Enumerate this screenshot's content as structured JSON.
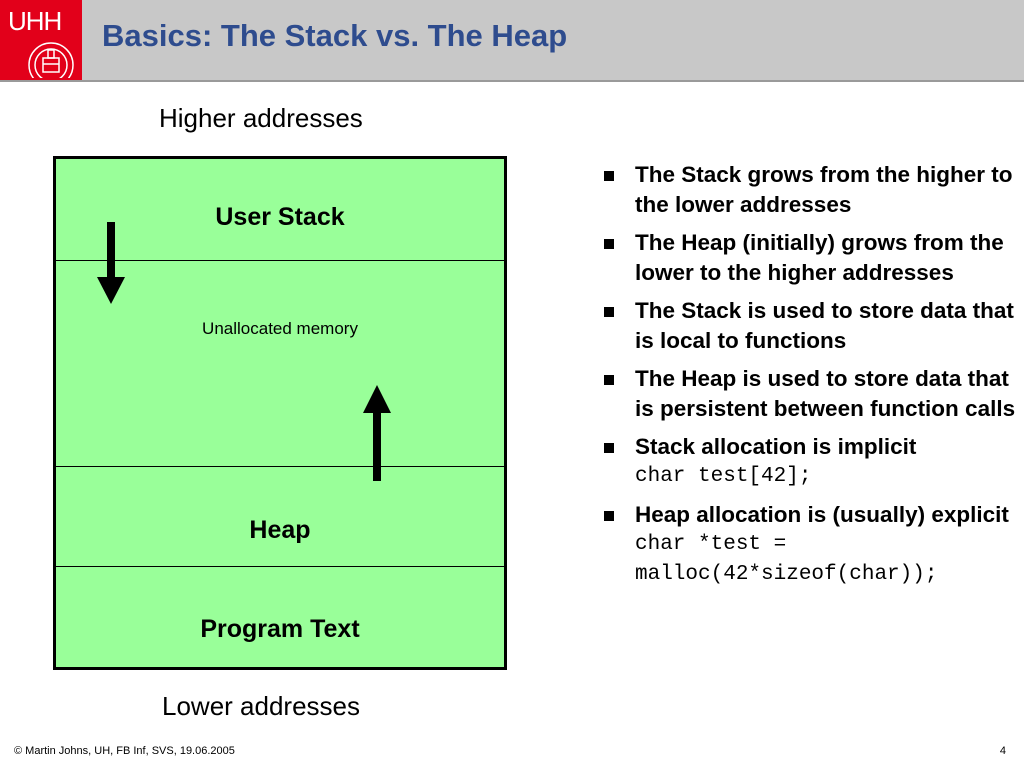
{
  "header": {
    "logo_text": "UHH",
    "title": "Basics: The Stack vs. The Heap"
  },
  "diagram": {
    "higher_label": "Higher addresses",
    "lower_label": "Lower addresses",
    "segments": {
      "user_stack": "User Stack",
      "unallocated": "Unallocated memory",
      "heap": "Heap",
      "program_text": "Program Text"
    },
    "fill_color": "#99ff99"
  },
  "bullets": [
    {
      "text": "The Stack grows from the higher to the lower addresses"
    },
    {
      "text": "The Heap (initially) grows from the lower to the higher addresses"
    },
    {
      "text": "The Stack is used to store data that is local to functions"
    },
    {
      "text": "The Heap is used to store data that is persistent between function calls"
    },
    {
      "text": "Stack allocation is implicit",
      "code": "char test[42];"
    },
    {
      "text": "Heap allocation is (usually) explicit",
      "code": "char *test = malloc(42*sizeof(char));"
    }
  ],
  "footer": {
    "copyright": "© Martin Johns, UH, FB Inf, SVS, 19.06.2005",
    "page_number": "4"
  },
  "colors": {
    "title": "#2e4c8e",
    "header_bg": "#c8c8c8",
    "logo_bg": "#e2001a"
  }
}
